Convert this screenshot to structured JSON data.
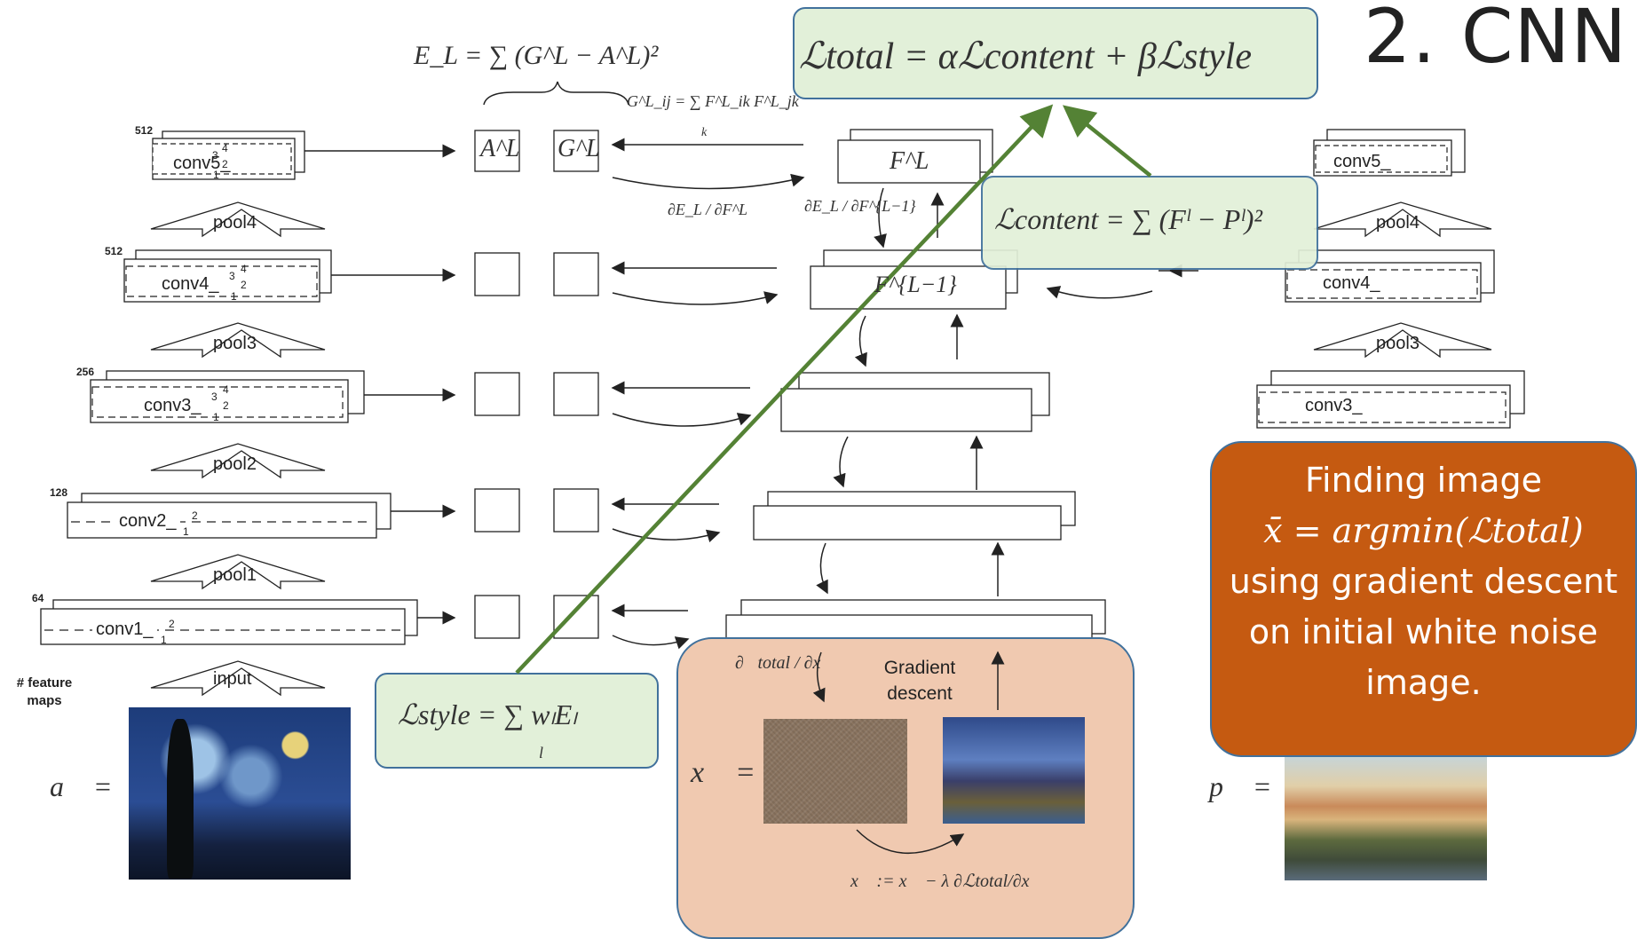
{
  "title": "2. CNN",
  "equations": {
    "total_loss": "ℒtotal = αℒcontent + βℒstyle",
    "content_loss": "ℒcontent = ∑ (Fˡ − Pˡ)²",
    "style_loss": "ℒstyle = ∑ wₗEₗ",
    "style_loss_sub": "l",
    "style_error": "E_L = ∑ (G^L − A^L)²",
    "gram": "G^L_ij = ∑ F^L_ik F^L_jk",
    "gram_sub": "k",
    "dE_dF": "∂E_L / ∂F^L",
    "dE_dFL1": "∂E_L / ∂F^{L−1}",
    "dL_dx": "∂ℒtotal / ∂x⃗",
    "update": "x⃗ := x⃗ − λ ∂ℒtotal/∂x⃗"
  },
  "left_network": {
    "layers": [
      {
        "name": "conv5_",
        "superscript": "4",
        "mid": "3",
        "right": "2",
        "bottom": "1",
        "channels": "512"
      },
      {
        "name": "conv4_",
        "superscript": "4",
        "mid": "3",
        "right": "2",
        "bottom": "1",
        "channels": "512"
      },
      {
        "name": "conv3_",
        "superscript": "4",
        "mid": "3",
        "right": "2",
        "bottom": "1",
        "channels": "256"
      },
      {
        "name": "conv2_",
        "superscript": "2",
        "mid": "",
        "right": "",
        "bottom": "1",
        "channels": "128"
      },
      {
        "name": "conv1_",
        "superscript": "2",
        "mid": "",
        "right": "",
        "bottom": "1",
        "channels": "64"
      }
    ],
    "pools": [
      "pool4",
      "pool3",
      "pool2",
      "pool1",
      "input"
    ],
    "feature_maps_label": "# feature maps",
    "a_label": "a⃗ ="
  },
  "gram_boxes": {
    "A": "A^L",
    "G": "G^L"
  },
  "middle_network": {
    "FL": "F^L",
    "FL1": "F^{L−1}",
    "gradient_descent": "Gradient descent",
    "x_label": "x⃗ ="
  },
  "right_network": {
    "layers": [
      "conv5_",
      "conv4_",
      "conv3_"
    ],
    "pools": [
      "pool4",
      "pool3"
    ],
    "p_label": "p⃗ ="
  },
  "callout": {
    "line1": "Finding image",
    "line2": "x̄ = argmin(ℒtotal)",
    "line3": "using gradient descent",
    "line4": "on initial white noise",
    "line5": "image."
  },
  "colors": {
    "arrow_green": "#548235",
    "green_box": "#e2f0d9",
    "salmon_box": "#f0c9b0",
    "orange_box": "#c55a11",
    "box_border": "#41719c"
  }
}
